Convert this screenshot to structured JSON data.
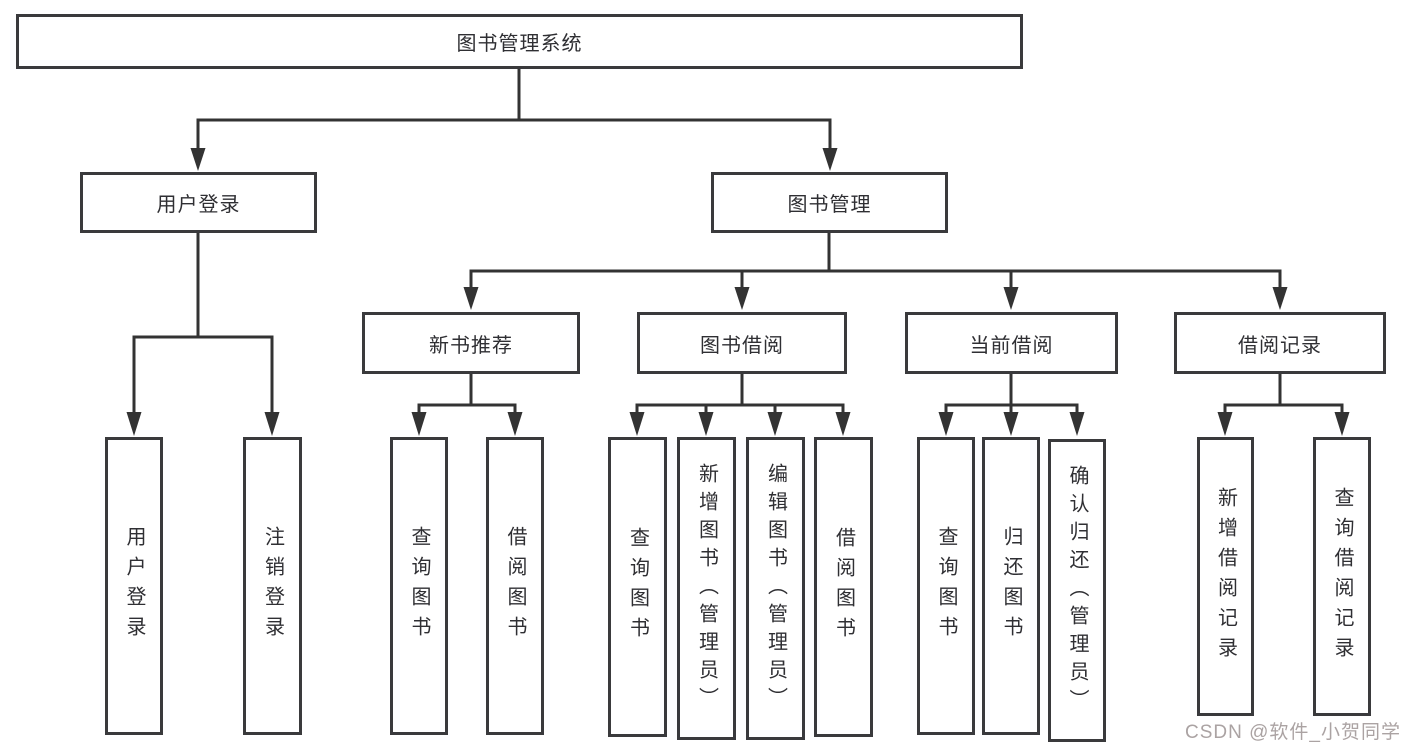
{
  "root": {
    "label": "图书管理系统"
  },
  "level1": [
    {
      "label": "用户登录"
    },
    {
      "label": "图书管理"
    }
  ],
  "level2": [
    {
      "label": "新书推荐"
    },
    {
      "label": "图书借阅"
    },
    {
      "label": "当前借阅"
    },
    {
      "label": "借阅记录"
    }
  ],
  "leaves": [
    {
      "label": "用户登录"
    },
    {
      "label": "注销登录"
    },
    {
      "label": "查询图书"
    },
    {
      "label": "借阅图书"
    },
    {
      "label": "查询图书"
    },
    {
      "label": "新增图书（管理员）"
    },
    {
      "label": "编辑图书（管理员）"
    },
    {
      "label": "借阅图书"
    },
    {
      "label": "查询图书"
    },
    {
      "label": "归还图书"
    },
    {
      "label": "确认归还（管理员）"
    },
    {
      "label": "新增借阅记录"
    },
    {
      "label": "查询借阅记录"
    }
  ],
  "watermark": {
    "text": "CSDN @软件_小贺同学"
  },
  "colors": {
    "line": "#333333",
    "box_border": "#3a3a3c",
    "text": "#2f2f33",
    "watermark": "#aba3a3",
    "background": "#ffffff"
  }
}
